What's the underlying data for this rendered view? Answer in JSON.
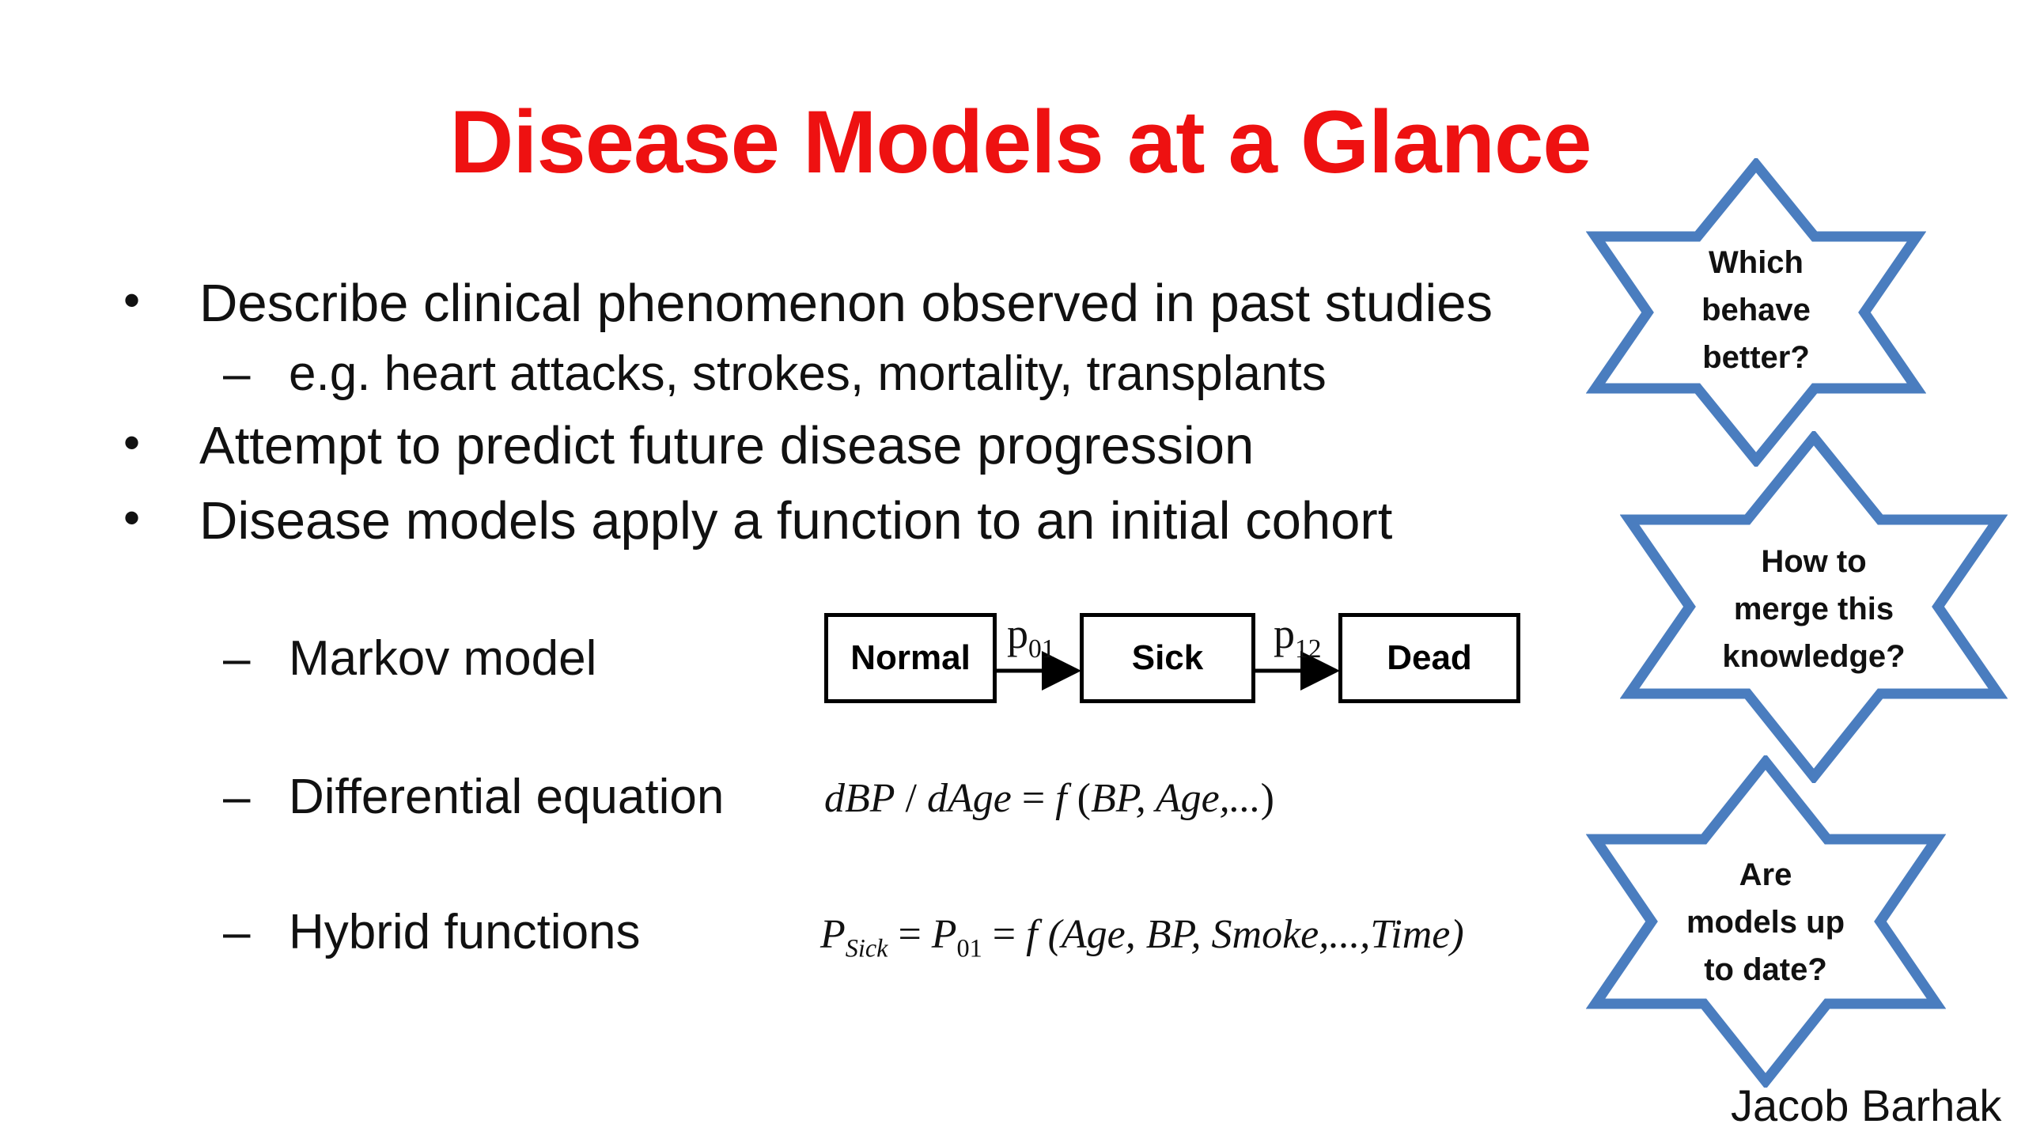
{
  "slide": {
    "title": "Disease Models at a Glance",
    "title_color": "#ee1111",
    "bullets": [
      "Describe clinical phenomenon observed in past studies",
      "Attempt to predict future disease progression",
      "Disease models apply a function to an initial cohort"
    ],
    "subbullets": [
      "e.g. heart attacks, strokes, mortality, transplants",
      "Markov model",
      "Differential equation",
      "Hybrid functions"
    ],
    "bullet_glyph": "•",
    "dash_glyph": "–",
    "markov": {
      "states": [
        "Normal",
        "Sick",
        "Dead"
      ],
      "transitions": [
        {
          "symbol": "p",
          "subscript": "01"
        },
        {
          "symbol": "p",
          "subscript": "12"
        }
      ]
    },
    "differential_equation": {
      "parts": [
        "dBP",
        " / ",
        "dAge",
        " = ",
        "f",
        " (",
        "BP, Age,...",
        ")"
      ]
    },
    "hybrid_equation": {
      "p_sick": "P",
      "p_sick_sub": "Sick",
      "eq1": " = ",
      "p01": "P",
      "p01_sub": "01",
      "eq2": " = ",
      "f": "f",
      "args": " (Age, BP, Smoke,...,Time)"
    },
    "stars": [
      {
        "lines": [
          "Which",
          "behave",
          "better?"
        ],
        "stroke": "#4a7dbf"
      },
      {
        "lines": [
          "How to",
          "merge this",
          "knowledge?"
        ],
        "stroke": "#4a7dbf"
      },
      {
        "lines": [
          "Are",
          "models up",
          "to date?"
        ],
        "stroke": "#4a7dbf"
      }
    ],
    "author": "Jacob Barhak"
  }
}
